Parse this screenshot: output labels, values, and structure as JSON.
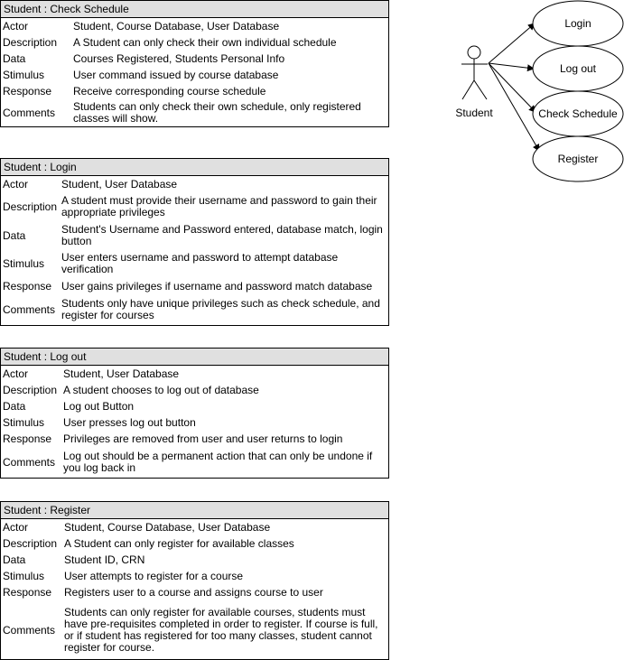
{
  "tables": [
    {
      "title": "Student : Check Schedule",
      "rows": [
        {
          "key": "Actor",
          "value": "Student, Course Database, User Database"
        },
        {
          "key": "Description",
          "value": "A Student can only check their own individual schedule"
        },
        {
          "key": "Data",
          "value": "Courses Registered, Students Personal Info"
        },
        {
          "key": "Stimulus",
          "value": "User command issued by course database"
        },
        {
          "key": "Response",
          "value": "Receive corresponding course schedule"
        },
        {
          "key": "Comments",
          "value": "Students can only check their own schedule, only registered classes will show."
        }
      ]
    },
    {
      "title": "Student : Login",
      "rows": [
        {
          "key": "Actor",
          "value": "Student, User Database"
        },
        {
          "key": "Description",
          "value": "A student must provide their username and password to gain their appropriate privileges"
        },
        {
          "key": "Data",
          "value": "Student's Username and Password entered, database match, login button"
        },
        {
          "key": "Stimulus",
          "value": "User enters username and password to attempt database verification"
        },
        {
          "key": "Response",
          "value": "User gains privileges if username and password match database"
        },
        {
          "key": "Comments",
          "value": "Students only have unique privileges such as check schedule, and register for courses"
        }
      ]
    },
    {
      "title": "Student : Log out",
      "rows": [
        {
          "key": "Actor",
          "value": "Student, User Database"
        },
        {
          "key": "Description",
          "value": "A student chooses to log out of database"
        },
        {
          "key": "Data",
          "value": "Log out Button"
        },
        {
          "key": "Stimulus",
          "value": "User presses log out button"
        },
        {
          "key": "Response",
          "value": "Privileges are removed from user and user returns to login"
        },
        {
          "key": "Comments",
          "value": "Log out should be a permanent action that can only be undone if you log back in"
        }
      ]
    },
    {
      "title": "Student : Register",
      "rows": [
        {
          "key": "Actor",
          "value": "Student, Course Database, User Database"
        },
        {
          "key": "Description",
          "value": "A Student can only register for available classes"
        },
        {
          "key": "Data",
          "value": "Student ID, CRN"
        },
        {
          "key": "Stimulus",
          "value": "User attempts to register for a course"
        },
        {
          "key": "Response",
          "value": "Registers user to a course and assigns course to user"
        },
        {
          "key": "Comments",
          "value": "Students can only register for available courses, students must have pre-requisites completed in order to register. If course is full, or if student has registered for too many classes, student cannot register for course."
        }
      ]
    }
  ],
  "use_case_diagram": {
    "actor": "Student",
    "use_cases": [
      "Login",
      "Log out",
      "Check Schedule",
      "Register"
    ]
  }
}
